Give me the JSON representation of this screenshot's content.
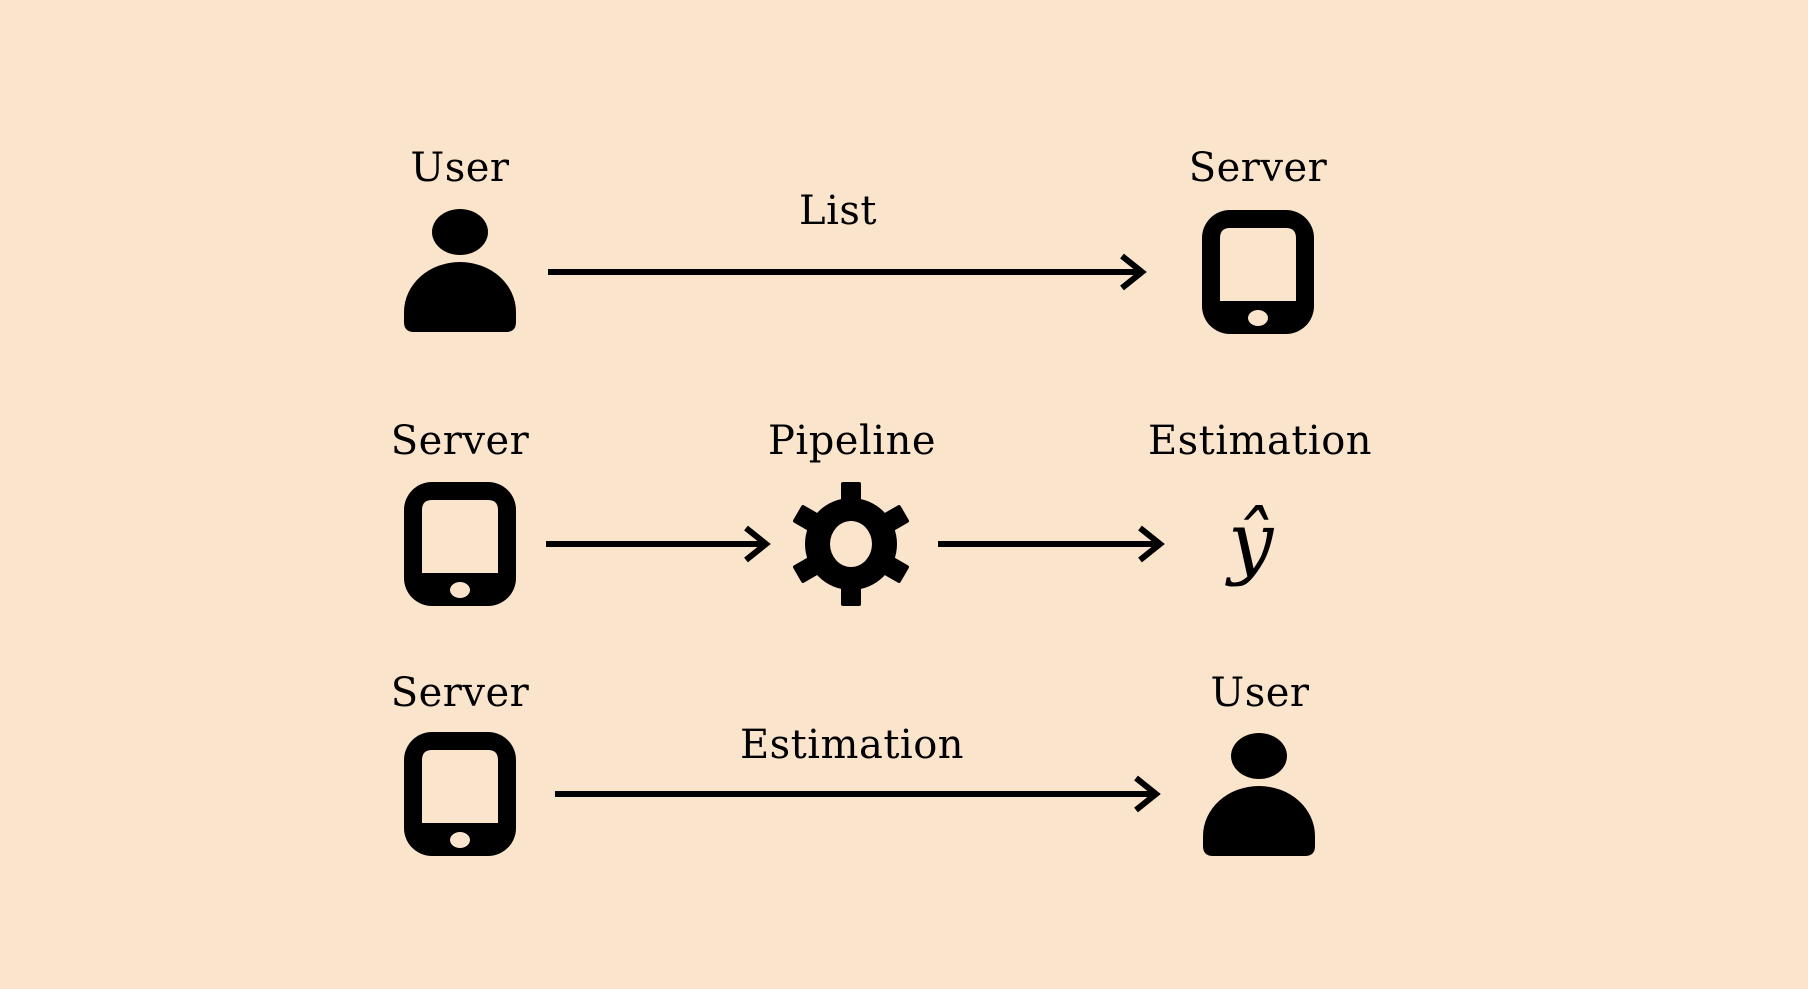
{
  "colors": {
    "background": "#fae4cc",
    "ink": "#000000"
  },
  "rows": [
    {
      "source": {
        "label": "User",
        "icon": "user-icon"
      },
      "edge": {
        "label": "List"
      },
      "target": {
        "label": "Server",
        "icon": "tablet-icon"
      }
    },
    {
      "source": {
        "label": "Server",
        "icon": "tablet-icon"
      },
      "middle": {
        "label": "Pipeline",
        "icon": "gear-icon"
      },
      "target": {
        "label": "Estimation",
        "symbol": "ŷ"
      }
    },
    {
      "source": {
        "label": "Server",
        "icon": "tablet-icon"
      },
      "edge": {
        "label": "Estimation"
      },
      "target": {
        "label": "User",
        "icon": "user-icon"
      }
    }
  ]
}
